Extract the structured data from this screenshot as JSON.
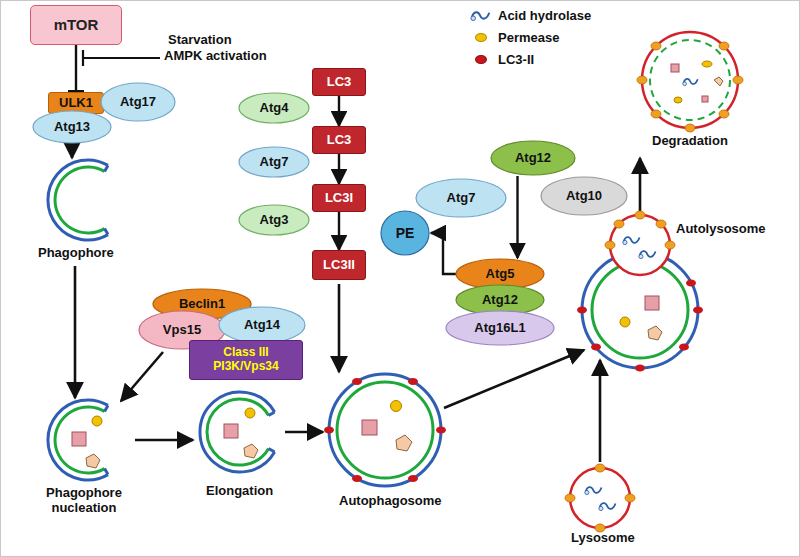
{
  "diagram": {
    "nodes": [
      {
        "text": [
          "mTOR"
        ]
      },
      {
        "text": [
          "ULK1"
        ]
      },
      {
        "text": [
          "Atg17"
        ]
      },
      {
        "text": [
          "Atg13"
        ]
      },
      {
        "text": [
          "LC3"
        ]
      },
      {
        "text": [
          "Atg4"
        ]
      },
      {
        "text": [
          "LC3"
        ]
      },
      {
        "text": [
          "Atg7"
        ]
      },
      {
        "text": [
          "LC3I"
        ]
      },
      {
        "text": [
          "Atg3"
        ]
      },
      {
        "text": [
          "PE"
        ]
      },
      {
        "text": [
          "LC3II"
        ]
      },
      {
        "text": [
          "Atg12"
        ]
      },
      {
        "text": [
          "Atg7"
        ]
      },
      {
        "text": [
          "Atg10"
        ]
      },
      {
        "text": [
          "Atg5"
        ]
      },
      {
        "text": [
          "Atg12"
        ]
      },
      {
        "text": [
          "Atg16L1"
        ]
      },
      {
        "text": [
          "Beclin1"
        ]
      },
      {
        "text": [
          "Vps15"
        ]
      },
      {
        "text": [
          "Atg14"
        ]
      },
      {
        "text": [
          "Class III PI3K/Vps34"
        ]
      }
    ],
    "edges": [
      {
        "from": 0,
        "to": 1,
        "arrow": "to"
      },
      {
        "from": 4,
        "to": 6,
        "arrow": "to"
      },
      {
        "from": 6,
        "to": 8,
        "arrow": "to"
      },
      {
        "from": 8,
        "to": 11,
        "arrow": "to"
      },
      {
        "from": 12,
        "to": 15,
        "arrow": "to"
      },
      {
        "from": 15,
        "to": 10,
        "arrow": "to"
      }
    ],
    "labels": [
      "Starvation",
      "AMPK activation",
      "Phagophore",
      "Phagophore nucleation",
      "Elongation",
      "Autophagosome",
      "Lysosome",
      "Autolysosome",
      "Degradation"
    ],
    "legend": [
      {
        "text": "Acid hydrolase"
      },
      {
        "text": "Permease",
        "color": "#f2c200"
      },
      {
        "text": "LC3-II",
        "color": "#c8161d"
      }
    ]
  }
}
